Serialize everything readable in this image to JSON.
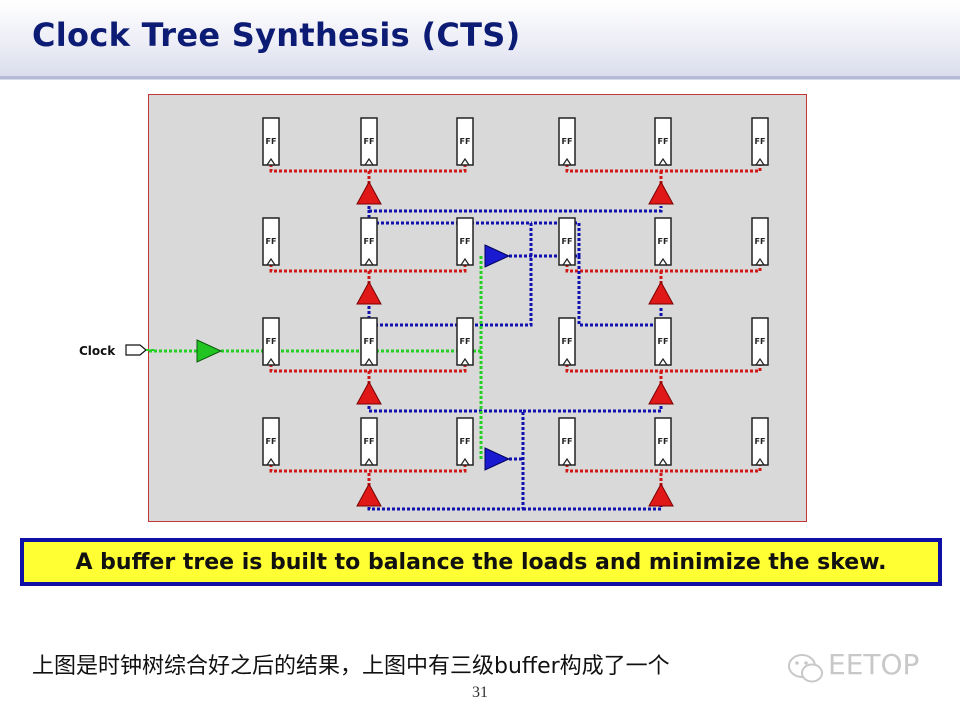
{
  "slide": {
    "title": "Clock Tree Synthesis (CTS)",
    "page_number": "31"
  },
  "diagram": {
    "clock_label": "Clock",
    "flipflop_label": "FF",
    "colors": {
      "level1_net": "#22d122",
      "level2_net": "#1010b0",
      "level3_net": "#d01818",
      "level1_buffer": "#22c422",
      "level2_buffer": "#1a1ad0",
      "level3_buffer": "#e01818",
      "panel_border": "#c43535"
    }
  },
  "caption": {
    "text": "A buffer tree is built to balance the loads and minimize the skew."
  },
  "note": {
    "text": "上图是时钟树综合好之后的结果，上图中有三级buffer构成了一个"
  },
  "watermark": {
    "text": "EETOP"
  }
}
